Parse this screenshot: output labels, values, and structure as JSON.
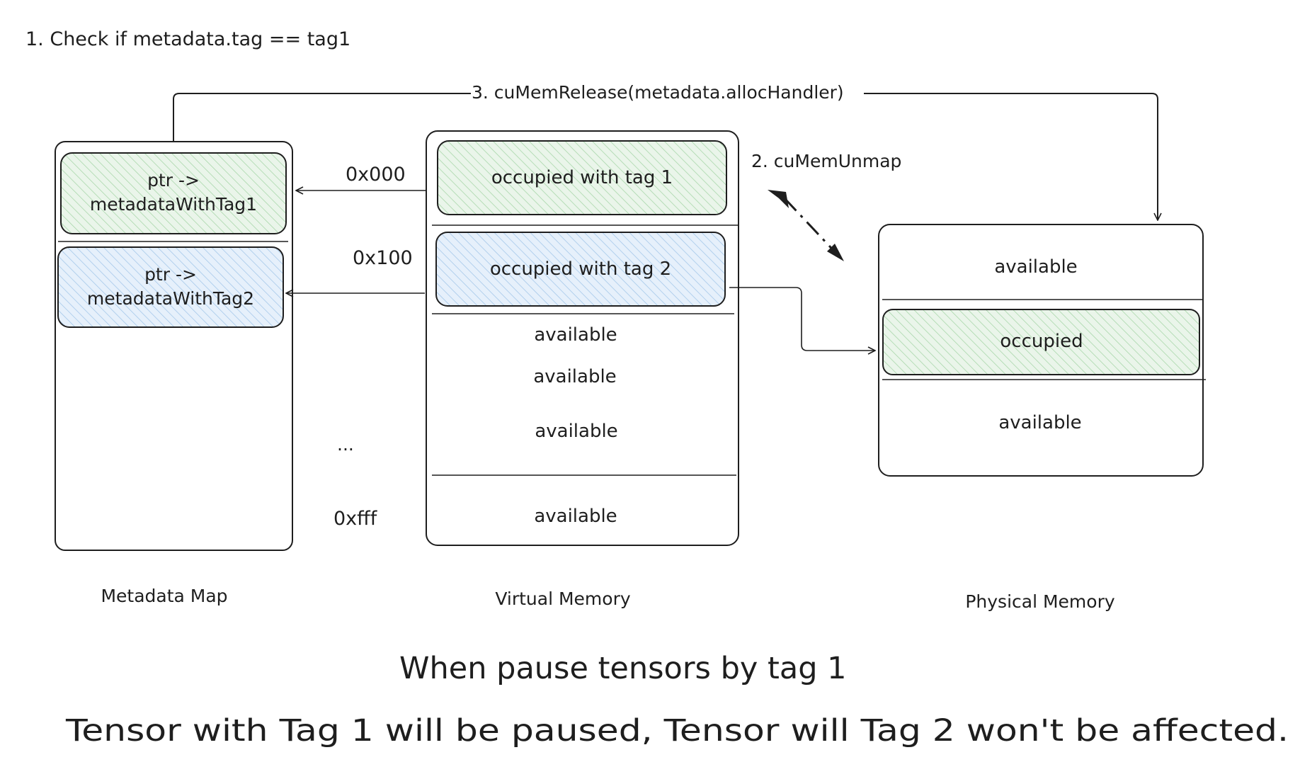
{
  "step1": "1. Check if metadata.tag == tag1",
  "step2": "2. cuMemUnmap",
  "step3": "3. cuMemRelease(metadata.allocHandler)",
  "metadata_map": {
    "label": "Metadata Map",
    "entries": [
      {
        "line1": "ptr ->",
        "line2": "metadataWithTag1"
      },
      {
        "line1": "ptr ->",
        "line2": "metadataWithTag2"
      }
    ]
  },
  "addresses": [
    "0x000",
    "0x100",
    "...",
    "0xfff"
  ],
  "virtual_memory": {
    "label": "Virtual Memory",
    "slots": [
      "occupied with tag 1",
      "occupied with tag 2",
      "available",
      "available",
      "available",
      "available"
    ]
  },
  "physical_memory": {
    "label": "Physical Memory",
    "slots": [
      "available",
      "occupied",
      "available"
    ]
  },
  "caption": {
    "title": "When pause tensors by tag 1",
    "subtitle": "Tensor with Tag 1 will be paused, Tensor will Tag 2 won't be affected."
  },
  "colors": {
    "green_fill": "#eaf5ea",
    "green_hatch": "#a9d7ab",
    "blue_fill": "#e6f0fb",
    "blue_hatch": "#a5c8ea",
    "stroke": "#1e1e1e"
  }
}
